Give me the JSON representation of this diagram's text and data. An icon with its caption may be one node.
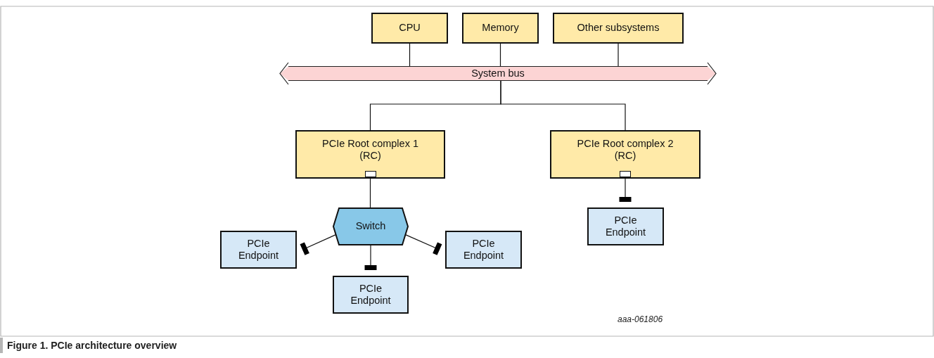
{
  "diagram": {
    "caption": "Figure 1. PCIe architecture overview",
    "nodes": [
      {
        "text": [
          "CPU"
        ]
      },
      {
        "text": [
          "Memory"
        ]
      },
      {
        "text": [
          "Other subsystems"
        ]
      },
      {
        "text": [
          "System bus"
        ]
      },
      {
        "text": [
          "PCIe Root complex 1 (RC)"
        ]
      },
      {
        "text": [
          "PCIe Root complex 2 (RC)"
        ]
      },
      {
        "text": [
          "Switch"
        ]
      },
      {
        "text": [
          "PCIe Endpoint"
        ]
      },
      {
        "text": [
          "PCIe Endpoint"
        ]
      },
      {
        "text": [
          "PCIe Endpoint"
        ]
      },
      {
        "text": [
          "PCIe Endpoint"
        ]
      }
    ],
    "edges": [
      {
        "from": 0,
        "to": 3,
        "arrow": "none"
      },
      {
        "from": 1,
        "to": 3,
        "arrow": "none"
      },
      {
        "from": 2,
        "to": 3,
        "arrow": "none"
      },
      {
        "from": 3,
        "to": 4,
        "arrow": "none"
      },
      {
        "from": 3,
        "to": 5,
        "arrow": "none"
      },
      {
        "from": 4,
        "to": 6,
        "arrow": "none"
      },
      {
        "from": 6,
        "to": 7,
        "arrow": "other"
      },
      {
        "from": 6,
        "to": 8,
        "arrow": "other"
      },
      {
        "from": 6,
        "to": 9,
        "arrow": "other"
      },
      {
        "from": 5,
        "to": 10,
        "arrow": "other"
      }
    ],
    "labels": [
      "aaa-061806"
    ]
  }
}
